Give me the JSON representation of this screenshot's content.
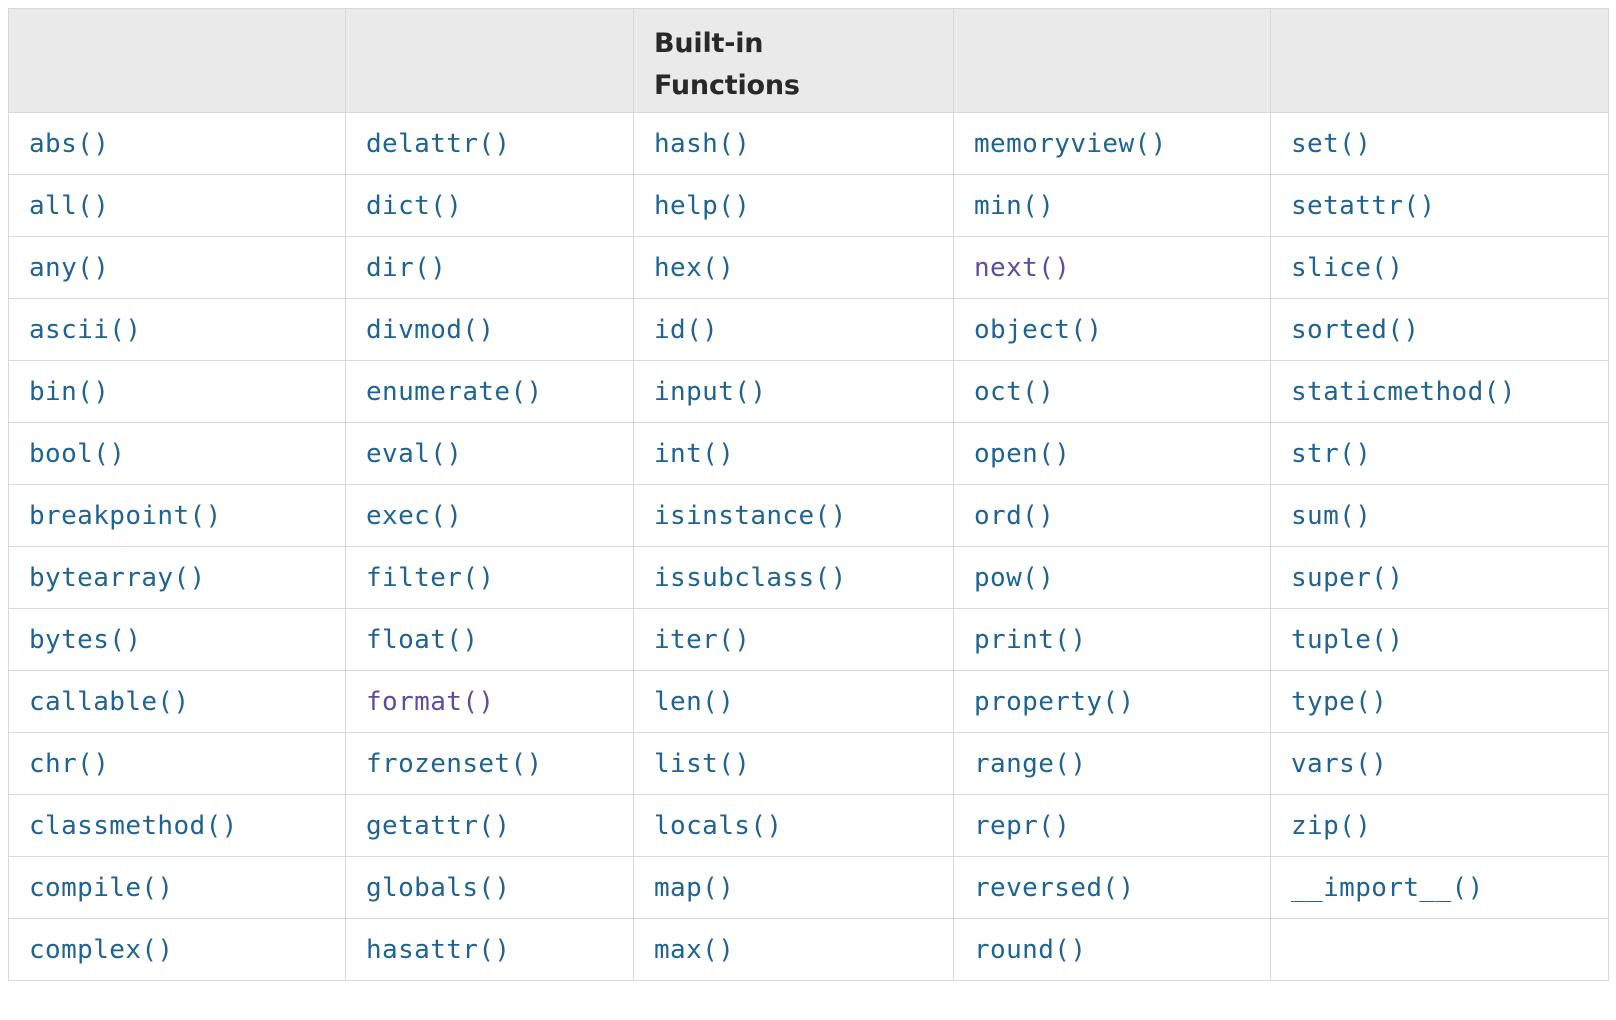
{
  "table": {
    "title": "Built-in Functions",
    "header_cells": [
      "",
      "",
      "Built-in\nFunctions",
      "",
      ""
    ],
    "colors": {
      "link": "#1f6391",
      "visited": "#5c4d9e",
      "header_background": "#eaeaea",
      "header_text": "#292929",
      "border": "#d9d9d9",
      "cell_background": "#ffffff"
    },
    "columns": 5,
    "row_count": 14,
    "rows": [
      [
        {
          "label": "abs()",
          "state": "link"
        },
        {
          "label": "delattr()",
          "state": "link"
        },
        {
          "label": "hash()",
          "state": "link"
        },
        {
          "label": "memoryview()",
          "state": "link"
        },
        {
          "label": "set()",
          "state": "link"
        }
      ],
      [
        {
          "label": "all()",
          "state": "link"
        },
        {
          "label": "dict()",
          "state": "link"
        },
        {
          "label": "help()",
          "state": "link"
        },
        {
          "label": "min()",
          "state": "link"
        },
        {
          "label": "setattr()",
          "state": "link"
        }
      ],
      [
        {
          "label": "any()",
          "state": "link"
        },
        {
          "label": "dir()",
          "state": "link"
        },
        {
          "label": "hex()",
          "state": "link"
        },
        {
          "label": "next()",
          "state": "visited"
        },
        {
          "label": "slice()",
          "state": "link"
        }
      ],
      [
        {
          "label": "ascii()",
          "state": "link"
        },
        {
          "label": "divmod()",
          "state": "link"
        },
        {
          "label": "id()",
          "state": "link"
        },
        {
          "label": "object()",
          "state": "link"
        },
        {
          "label": "sorted()",
          "state": "link"
        }
      ],
      [
        {
          "label": "bin()",
          "state": "link"
        },
        {
          "label": "enumerate()",
          "state": "link"
        },
        {
          "label": "input()",
          "state": "link"
        },
        {
          "label": "oct()",
          "state": "link"
        },
        {
          "label": "staticmethod()",
          "state": "link"
        }
      ],
      [
        {
          "label": "bool()",
          "state": "link"
        },
        {
          "label": "eval()",
          "state": "link"
        },
        {
          "label": "int()",
          "state": "link"
        },
        {
          "label": "open()",
          "state": "link"
        },
        {
          "label": "str()",
          "state": "link"
        }
      ],
      [
        {
          "label": "breakpoint()",
          "state": "link"
        },
        {
          "label": "exec()",
          "state": "link"
        },
        {
          "label": "isinstance()",
          "state": "link"
        },
        {
          "label": "ord()",
          "state": "link"
        },
        {
          "label": "sum()",
          "state": "link"
        }
      ],
      [
        {
          "label": "bytearray()",
          "state": "link"
        },
        {
          "label": "filter()",
          "state": "link"
        },
        {
          "label": "issubclass()",
          "state": "link"
        },
        {
          "label": "pow()",
          "state": "link"
        },
        {
          "label": "super()",
          "state": "link"
        }
      ],
      [
        {
          "label": "bytes()",
          "state": "link"
        },
        {
          "label": "float()",
          "state": "link"
        },
        {
          "label": "iter()",
          "state": "link"
        },
        {
          "label": "print()",
          "state": "link"
        },
        {
          "label": "tuple()",
          "state": "link"
        }
      ],
      [
        {
          "label": "callable()",
          "state": "link"
        },
        {
          "label": "format()",
          "state": "visited"
        },
        {
          "label": "len()",
          "state": "link"
        },
        {
          "label": "property()",
          "state": "link"
        },
        {
          "label": "type()",
          "state": "link"
        }
      ],
      [
        {
          "label": "chr()",
          "state": "link"
        },
        {
          "label": "frozenset()",
          "state": "link"
        },
        {
          "label": "list()",
          "state": "link"
        },
        {
          "label": "range()",
          "state": "link"
        },
        {
          "label": "vars()",
          "state": "link"
        }
      ],
      [
        {
          "label": "classmethod()",
          "state": "link"
        },
        {
          "label": "getattr()",
          "state": "link"
        },
        {
          "label": "locals()",
          "state": "link"
        },
        {
          "label": "repr()",
          "state": "link"
        },
        {
          "label": "zip()",
          "state": "link"
        }
      ],
      [
        {
          "label": "compile()",
          "state": "link"
        },
        {
          "label": "globals()",
          "state": "link"
        },
        {
          "label": "map()",
          "state": "link"
        },
        {
          "label": "reversed()",
          "state": "link"
        },
        {
          "label": "__import__()",
          "state": "link"
        }
      ],
      [
        {
          "label": "complex()",
          "state": "link"
        },
        {
          "label": "hasattr()",
          "state": "link"
        },
        {
          "label": "max()",
          "state": "link"
        },
        {
          "label": "round()",
          "state": "link"
        },
        {
          "label": "",
          "state": "empty"
        }
      ]
    ]
  }
}
